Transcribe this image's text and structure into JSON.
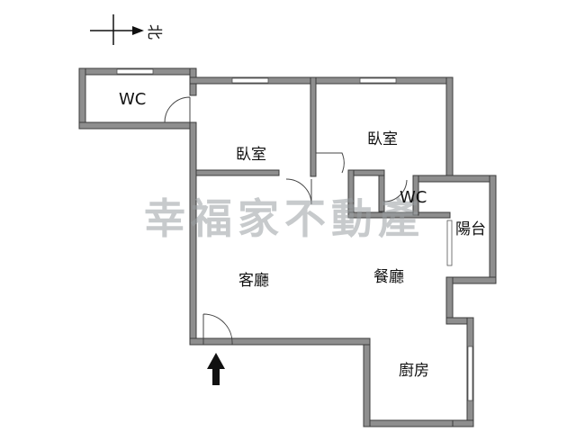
{
  "compass": {
    "label": "北"
  },
  "watermark": "幸福家不動產",
  "rooms": {
    "wc_top_left": "WC",
    "bedroom_left": "臥室",
    "bedroom_right": "臥室",
    "wc_middle": "WC",
    "balcony": "陽台",
    "living_room": "客廳",
    "dining_room": "餐廳",
    "kitchen": "廚房"
  },
  "colors": {
    "wall_fill": "#8e8e8e",
    "wall_stroke": "#3c3c3c",
    "watermark": "#9aa0a3",
    "ink": "#111111"
  },
  "icons": {
    "entrance": "up-arrow-icon",
    "compass": "north-arrow-icon"
  }
}
